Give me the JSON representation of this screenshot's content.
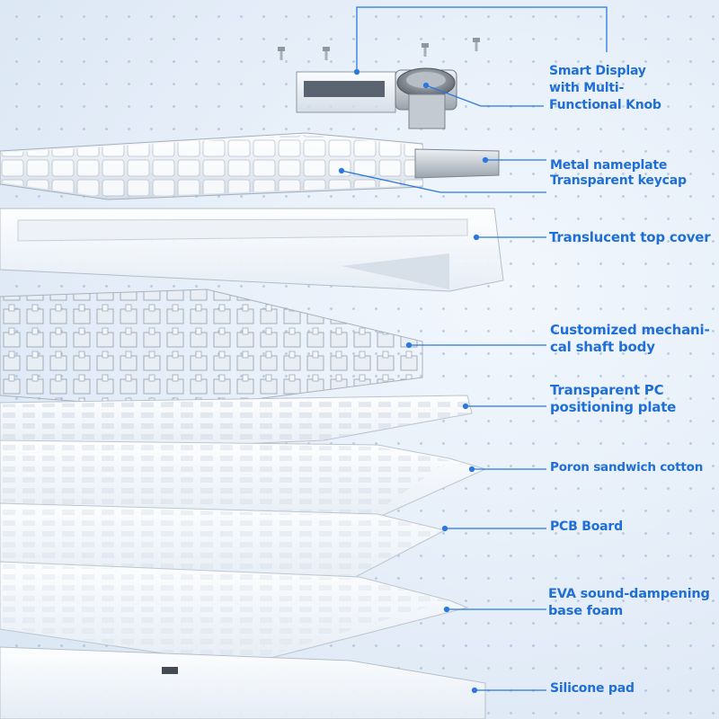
{
  "colors": {
    "accent": "#1f6fd6",
    "leader": "#2a78e0",
    "background": "#e6eef8"
  },
  "labels": {
    "smart_display": [
      "Smart Display",
      "with Multi-",
      "Functional Knob"
    ],
    "metal_nameplate": "Metal nameplate",
    "transparent_keycap": "Transparent keycap",
    "top_cover": "Translucent top cover",
    "shaft_body": [
      "Customized mechani-",
      "cal shaft body"
    ],
    "pc_plate": [
      "Transparent PC",
      "positioning plate"
    ],
    "poron": "Poron sandwich cotton",
    "pcb": "PCB Board",
    "eva": [
      "EVA sound-dampening",
      "base foam"
    ],
    "silicone": "Silicone pad"
  }
}
